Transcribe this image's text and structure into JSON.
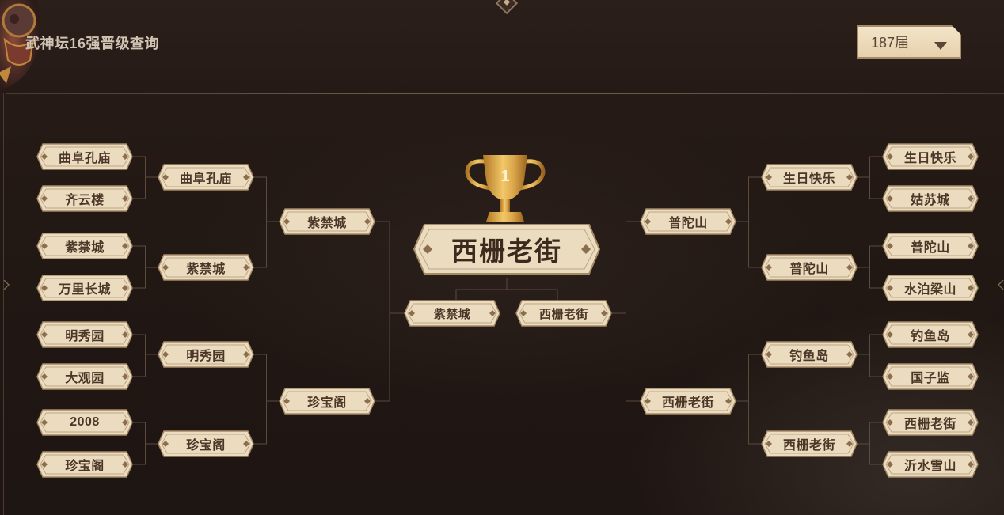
{
  "header": {
    "title": "武神坛16强晋级查询",
    "season_select": {
      "value": "187届"
    }
  },
  "bracket": {
    "left": {
      "round16": [
        "曲阜孔庙",
        "齐云楼",
        "紫禁城",
        "万里长城",
        "明秀园",
        "大观园",
        "2008",
        "珍宝阁"
      ],
      "quarterfinal": [
        "曲阜孔庙",
        "紫禁城",
        "明秀园",
        "珍宝阁"
      ],
      "semifinal": [
        "紫禁城",
        "珍宝阁"
      ],
      "final": "紫禁城"
    },
    "right": {
      "round16": [
        "生日快乐",
        "姑苏城",
        "普陀山",
        "水泊梁山",
        "钓鱼岛",
        "国子监",
        "西栅老街",
        "沂水雪山"
      ],
      "quarterfinal": [
        "生日快乐",
        "普陀山",
        "钓鱼岛",
        "西栅老街"
      ],
      "semifinal": [
        "普陀山",
        "西栅老街"
      ],
      "final": "西栅老街"
    },
    "champion": "西栅老街",
    "trophy_rank": "1"
  },
  "icons": {
    "trophy": "trophy-icon",
    "dropdown": "triangle-down-icon",
    "avatar": "hero-avatar-icon"
  },
  "colors": {
    "background": "#221814",
    "plate_fill": "#ecdcbf",
    "plate_border": "#a58a66",
    "plate_text": "#4b3628",
    "connector": "#5c4a3c",
    "trophy_gold": "#d9a548"
  }
}
